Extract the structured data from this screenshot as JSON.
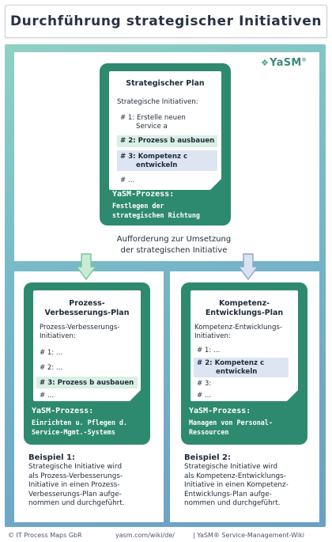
{
  "title": "Durchführung strategischer Initiativen",
  "logo": {
    "mark": "❖",
    "text": "YaSM",
    "reg": "®"
  },
  "top_plan": {
    "title": "Strategischer Plan",
    "subtitle": "Strategische Initiativen:",
    "item1_line1": "# 1: Erstelle neuen",
    "item1_line2": "Service a",
    "item2": "# 2: Prozess b ausbauen",
    "item3_line1": "# 3: Kompetenz c",
    "item3_line2": "entwickeln",
    "item4": "# ...",
    "process_title": "YaSM-Prozess:",
    "process_line1": "Festlegen der",
    "process_line2": "strategischen Richtung"
  },
  "request_line1": "Aufforderung zur Umsetzung",
  "request_line2": "der strategischen Initiative",
  "left_plan": {
    "title_line1": "Prozess-",
    "title_line2": "Verbesserungs-Plan",
    "subtitle_line1": "Prozess-Verbesserungs-",
    "subtitle_line2": "Initiativen:",
    "item1": "# 1: ...",
    "item2": "# 2: ...",
    "item3": "# 3: Prozess b ausbauen",
    "item4": "# ...",
    "process_title": "YaSM-Prozess:",
    "process_line1": "Einrichten u. Pflegen d.",
    "process_line2": "Service-Mgmt.-Systems"
  },
  "right_plan": {
    "title_line1": "Kompetenz-",
    "title_line2": "Entwicklungs-Plan",
    "subtitle_line1": "Kompetenz-Entwicklungs-",
    "subtitle_line2": "Initiativen:",
    "item1": "# 1: ...",
    "item2_line1": "# 2: Kompetenz c",
    "item2_line2": "entwickeln",
    "item3": "# 3:",
    "item4": "# ...",
    "process_title": "YaSM-Prozess:",
    "process_line1": "Managen von Personal-",
    "process_line2": "Ressourcen"
  },
  "example_left": {
    "title": "Beispiel 1:",
    "lines": [
      "Strategische Initiative wird",
      "als Prozess-Verbesserungs-",
      "Initiative in einen Prozess-",
      "Verbesserungs-Plan aufge-",
      "nommen und durchgeführt."
    ]
  },
  "example_right": {
    "title": "Beispiel 2:",
    "lines": [
      "Strategische Initiative wird",
      "als Kompetenz-Entwicklungs-",
      "Initiative in einen Kompetenz-",
      "Entwicklungs-Plan aufge-",
      "nommen und durchgeführt."
    ]
  },
  "footer": {
    "copyright": "© IT Process Maps GbR",
    "url": "yasm.com/wiki/de/",
    "wiki": "| YaSM® Service-Management-Wiki"
  },
  "colors": {
    "card": "#2e8a6e",
    "highlight_green": "#d9f0e4",
    "highlight_blue": "#dde5f2",
    "arrow_green": "#9fd9b4",
    "arrow_blue": "#b8c8e6"
  }
}
